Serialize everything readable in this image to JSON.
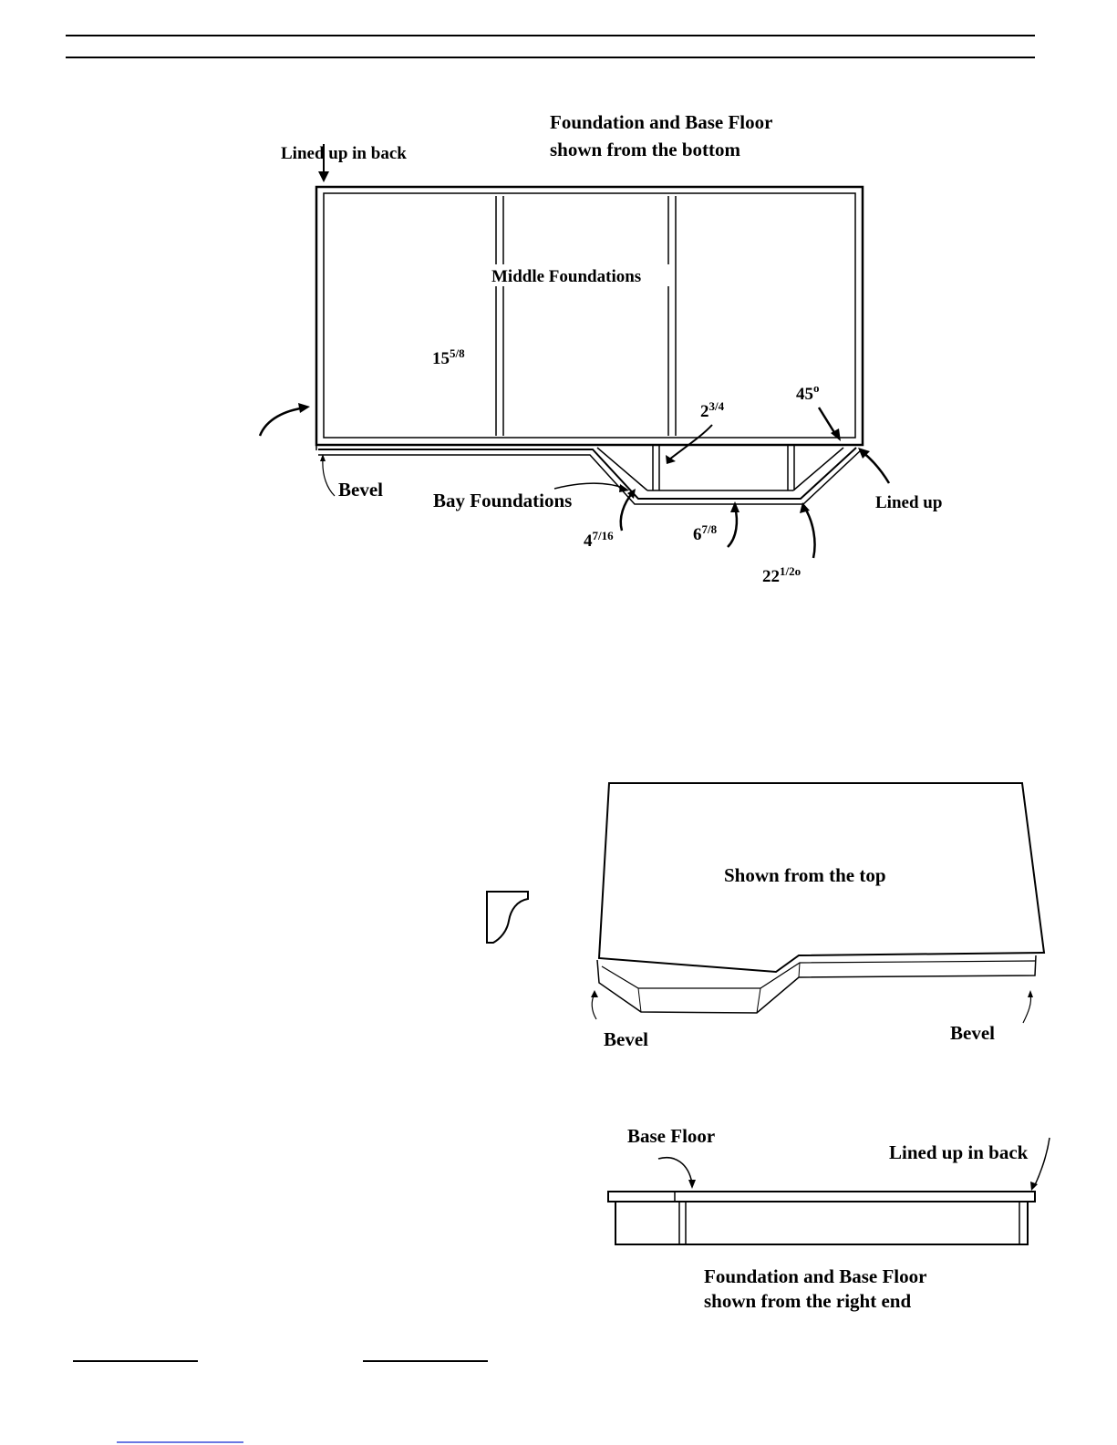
{
  "bottom_view": {
    "title_line1": "Foundation and Base Floor",
    "title_line2": "shown from the bottom",
    "lined_up_in_back": "Lined up in back",
    "middle_foundations": "Middle Foundations",
    "dim_15": "15",
    "dim_15_frac": "5/8",
    "dim_2": "2",
    "dim_2_frac": "3/4",
    "angle_45": "45",
    "degree_mark": "o",
    "bevel": "Bevel",
    "bay_foundations": "Bay Foundations",
    "lined_up": "Lined up",
    "dim_4": "4",
    "dim_4_frac": "7/16",
    "dim_6": "6",
    "dim_6_frac": "7/8",
    "dim_22": "22",
    "dim_22_frac": "1/2",
    "degree_mark_2": "o"
  },
  "top_view": {
    "label": "Shown from the top",
    "bevel_left": "Bevel",
    "bevel_right": "Bevel"
  },
  "end_view": {
    "base_floor": "Base Floor",
    "lined_up_in_back": "Lined up in back",
    "caption_line1": "Foundation and Base Floor",
    "caption_line2": "shown from the right end"
  }
}
